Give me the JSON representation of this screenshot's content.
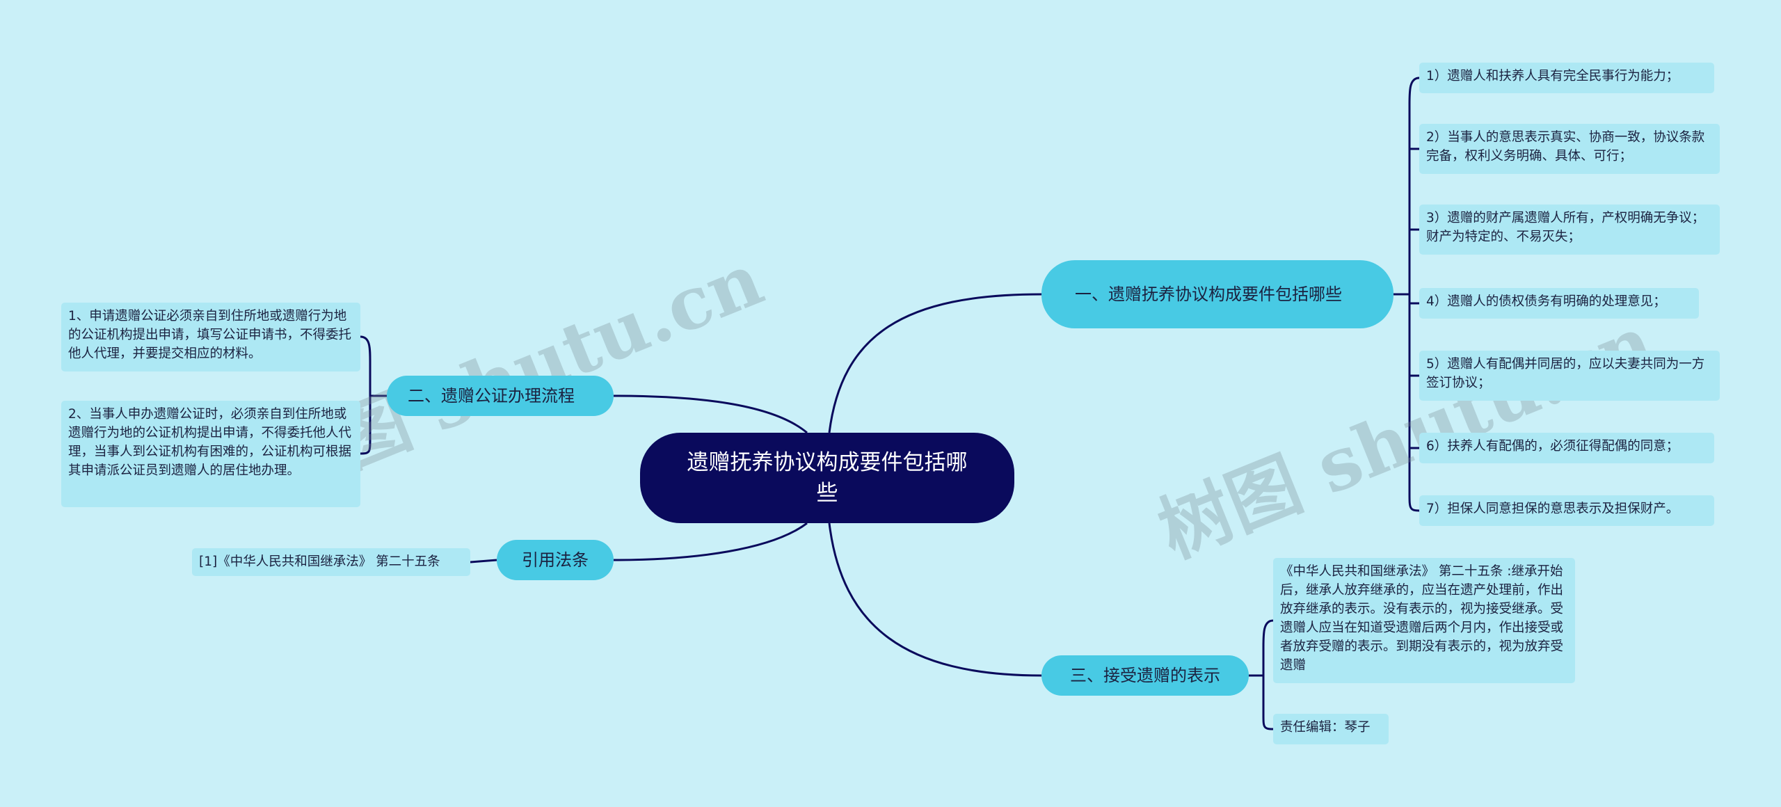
{
  "root": {
    "title": "遗赠抚养协议构成要件包括哪些"
  },
  "branches": {
    "b1": "一、遗赠抚养协议构成要件包括哪些",
    "b2": "二、遗赠公证办理流程",
    "b3": "引用法条",
    "b4": "三、接受遗赠的表示"
  },
  "leaves_b1": [
    "1）遗赠人和扶养人具有完全民事行为能力；",
    "2）当事人的意思表示真实、协商一致，协议条款完备，权利义务明确、具体、可行；",
    "3）遗赠的财产属遗赠人所有，产权明确无争议；财产为特定的、不易灭失；",
    "4）遗赠人的债权债务有明确的处理意见；",
    "5）遗赠人有配偶并同居的，应以夫妻共同为一方签订协议；",
    "6）扶养人有配偶的，必须征得配偶的同意；",
    "7）担保人同意担保的意思表示及担保财产。"
  ],
  "leaves_b2": [
    "1、申请遗赠公证必须亲自到住所地或遗赠行为地的公证机构提出申请，填写公证申请书，不得委托他人代理，并要提交相应的材料。",
    "2、当事人申办遗赠公证时，必须亲自到住所地或遗赠行为地的公证机构提出申请，不得委托他人代理，当事人到公证机构有困难的，公证机构可根据其申请派公证员到遗赠人的居住地办理。"
  ],
  "leaves_b3": [
    "[1]《中华人民共和国继承法》 第二十五条"
  ],
  "leaves_b4": [
    "《中华人民共和国继承法》 第二十五条 :继承开始后，继承人放弃继承的，应当在遗产处理前，作出放弃继承的表示。没有表示的，视为接受继承。受遗赠人应当在知道受遗赠后两个月内，作出接受或者放弃受赠的表示。到期没有表示的，视为放弃受遗赠",
    "责任编辑：琴子"
  ],
  "watermark": "树图 shutu.cn",
  "colors": {
    "background": "#caf0f8",
    "root": "#0a0a5c",
    "branch": "#48cae4",
    "leaf": "#ade8f4",
    "line": "#0a0a5c"
  }
}
